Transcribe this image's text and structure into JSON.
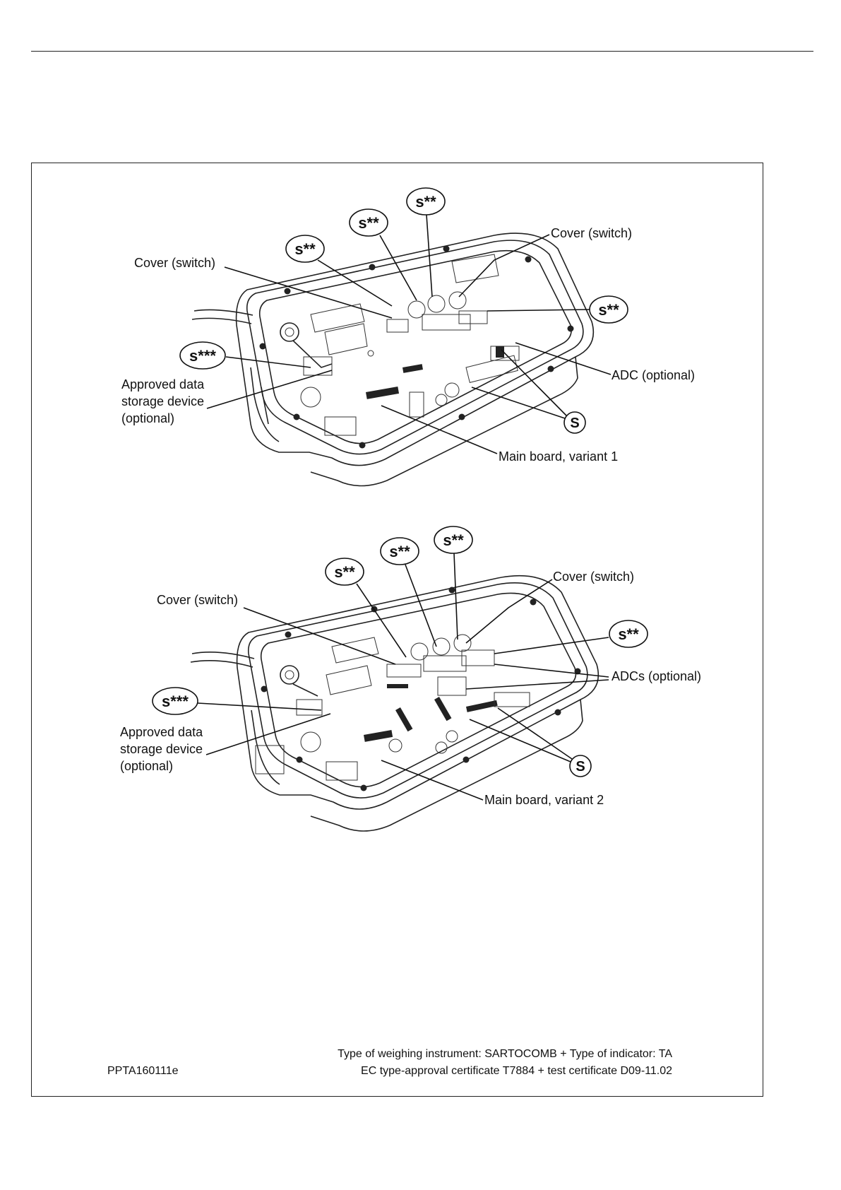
{
  "variant1": {
    "cover_left": "Cover (switch)",
    "cover_right": "Cover (switch)",
    "seal_s2": "s**",
    "seal_s3": "s***",
    "seal_s": "S",
    "approved_line1": "Approved data",
    "approved_line2": "storage device",
    "approved_line3": "(optional)",
    "adc": "ADC (optional)",
    "main_board": "Main board, variant 1"
  },
  "variant2": {
    "cover_left": "Cover (switch)",
    "cover_right": "Cover (switch)",
    "seal_s2": "s**",
    "seal_s3": "s***",
    "seal_s": "S",
    "approved_line1": "Approved data",
    "approved_line2": "storage device",
    "approved_line3": "(optional)",
    "adcs": "ADCs (optional)",
    "main_board": "Main board, variant 2"
  },
  "footer": {
    "doc_id": "PPTA160111e",
    "line1": "Type of weighing instrument: SARTOCOMB  + Type of indicator: TA",
    "line2": "EC type-approval certificate T7884  +  test certificate D09-11.02"
  }
}
